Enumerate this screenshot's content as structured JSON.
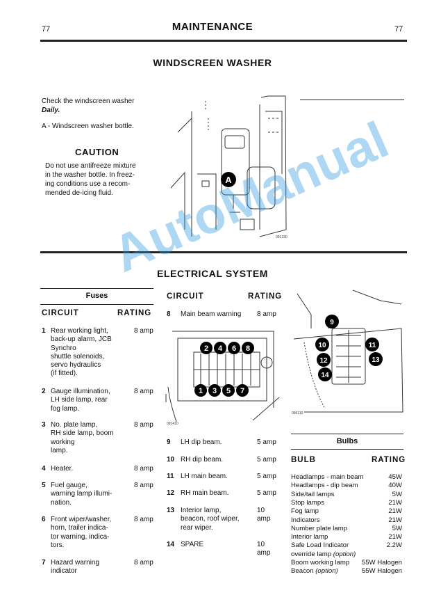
{
  "header": {
    "page_left": "77",
    "title": "MAINTENANCE",
    "page_right": "77"
  },
  "washer": {
    "title": "WINDSCREEN WASHER",
    "check_text": "Check the windscreen washer",
    "check_freq": "Daily.",
    "item_a": "A - Windscreen washer bottle.",
    "caution_title": "CAUTION",
    "caution_lines": [
      "Do not use antifreeze mixture",
      "in the washer bottle. In freez-",
      "ing conditions use a recom-",
      "mended de-icing fluid."
    ],
    "figure_code": "091330",
    "figure_label": "A"
  },
  "electrical": {
    "title": "ELECTRICAL SYSTEM",
    "fuses_heading": "Fuses",
    "circuit_heading": "CIRCUIT",
    "rating_heading": "RATING",
    "fuses_left": [
      {
        "num": "1",
        "text": "Rear working light,\nback-up alarm, JCB\nSynchro\nshuttle solenoids,\nservo hydraulics\n(if fitted).",
        "amp": "8 amp"
      },
      {
        "num": "2",
        "text": "Gauge illumination,\nLH side lamp, rear\nfog lamp.",
        "amp": "8 amp"
      },
      {
        "num": "3",
        "text": "No. plate lamp,\nRH side lamp, boom\nworking\nlamp.",
        "amp": "8 amp"
      },
      {
        "num": "4",
        "text": "Heater.",
        "amp": "8 amp"
      },
      {
        "num": "5",
        "text": "Fuel gauge,\nwarning lamp illumi-\nnation.",
        "amp": "8 amp"
      },
      {
        "num": "6",
        "text": "Front wiper/washer,\nhorn, trailer indica-\ntor warning, indica-\ntors.",
        "amp": "8 amp"
      },
      {
        "num": "7",
        "text": "Hazard warning\nindicator",
        "amp": "8 amp"
      }
    ],
    "fuse_8": {
      "num": "8",
      "text": "Main beam warning",
      "amp": "8 amp"
    },
    "fuses_mid": [
      {
        "num": "9",
        "text": "LH dip beam.",
        "amp": "5 amp"
      },
      {
        "num": "10",
        "text": "RH dip beam.",
        "amp": "5 amp"
      },
      {
        "num": "11",
        "text": "LH main beam.",
        "amp": "5 amp"
      },
      {
        "num": "12",
        "text": "RH main beam.",
        "amp": "5 amp"
      },
      {
        "num": "13",
        "text": "Interior lamp,\nbeacon, roof wiper,\nrear wiper.",
        "amp": "10 amp"
      },
      {
        "num": "14",
        "text": "SPARE",
        "amp": "10 amp"
      }
    ],
    "fig_fuse_left_code": "091410",
    "fig_fuse_right_code": "095110",
    "fuse_labels_left": [
      "1",
      "2",
      "3",
      "4",
      "5",
      "6",
      "7",
      "8"
    ],
    "fuse_labels_right": [
      "9",
      "10",
      "11",
      "12",
      "13",
      "14"
    ]
  },
  "bulbs": {
    "heading": "Bulbs",
    "col_bulb": "BULB",
    "col_rating": "RATING",
    "rows": [
      {
        "name": "Headlamps - main beam",
        "rating": "45W"
      },
      {
        "name": "Headlamps - dip beam",
        "rating": "40W"
      },
      {
        "name": "Side/tail lamps",
        "rating": "5W"
      },
      {
        "name": "Stop lamps",
        "rating": "21W"
      },
      {
        "name": "Fog lamp",
        "rating": "21W"
      },
      {
        "name": "Indicators",
        "rating": "21W"
      },
      {
        "name": "Number plate lamp",
        "rating": "5W"
      },
      {
        "name": "Interior lamp",
        "rating": "21W"
      },
      {
        "name": "Safe Load Indicator",
        "rating": "2.2W"
      },
      {
        "name": "override lamp",
        "option": "(option)",
        "rating": ""
      },
      {
        "name": "Boom working lamp",
        "rating": "55W Halogen"
      },
      {
        "name": "Beacon",
        "option": "(option)",
        "rating": "55W Halogen"
      }
    ]
  },
  "watermark": "AutoManual"
}
